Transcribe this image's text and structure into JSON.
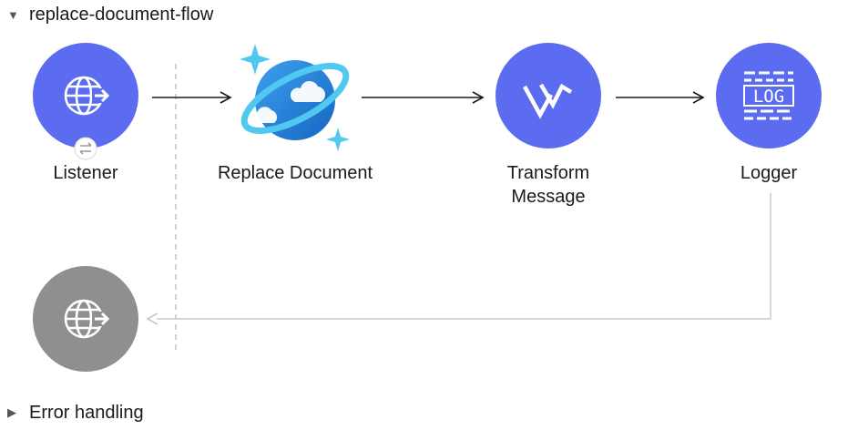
{
  "flow": {
    "name": "replace-document-flow",
    "expand_icon": "triangle-down-icon"
  },
  "nodes": [
    {
      "id": "listener",
      "label": "Listener",
      "icon": "globe-arrow-icon",
      "color": "#5b6cf0",
      "badge_icon": "swap-arrows-icon"
    },
    {
      "id": "replace-document",
      "label": "Replace Document",
      "icon": "cosmos-db-planet-icon"
    },
    {
      "id": "transform-message",
      "label_line1": "Transform",
      "label_line2": "Message",
      "icon": "dataweave-check-icon",
      "color": "#5b6cf0"
    },
    {
      "id": "logger",
      "label": "Logger",
      "icon": "log-icon",
      "icon_text": "LOG",
      "color": "#5b6cf0"
    }
  ],
  "response_source": {
    "icon": "globe-arrow-icon",
    "color": "#8f8f8f"
  },
  "error_handling": {
    "label": "Error handling",
    "expand_icon": "triangle-right-icon"
  },
  "colors": {
    "connector": "#1a1a1a",
    "return_line": "#c8c8c8",
    "divider": "#b4b4b4",
    "cosmos_blue": "#1e88e5",
    "cosmos_ring": "#50c8f0"
  }
}
